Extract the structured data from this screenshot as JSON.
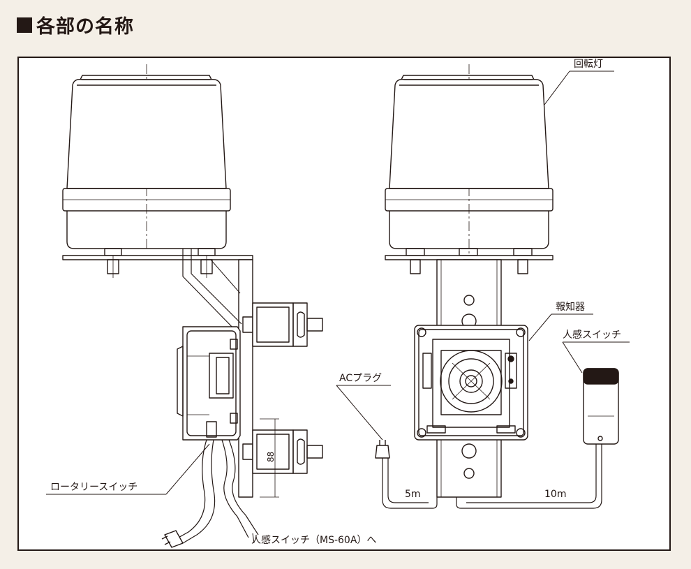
{
  "title": "各部の名称",
  "labels": {
    "rotating_lamp": "回転灯",
    "alarm_unit": "報知器",
    "motion_switch": "人感スイッチ",
    "ac_plug": "ACプラグ",
    "rotary_switch": "ロータリースイッチ",
    "to_motion_switch": "人感スイッチ（MS-60A）へ"
  },
  "dimensions": {
    "cable_ac": "5m",
    "cable_switch": "10m",
    "bracket_height": "88"
  },
  "colors": {
    "line": "#231815",
    "background": "#f4efe7",
    "panel": "#ffffff"
  }
}
